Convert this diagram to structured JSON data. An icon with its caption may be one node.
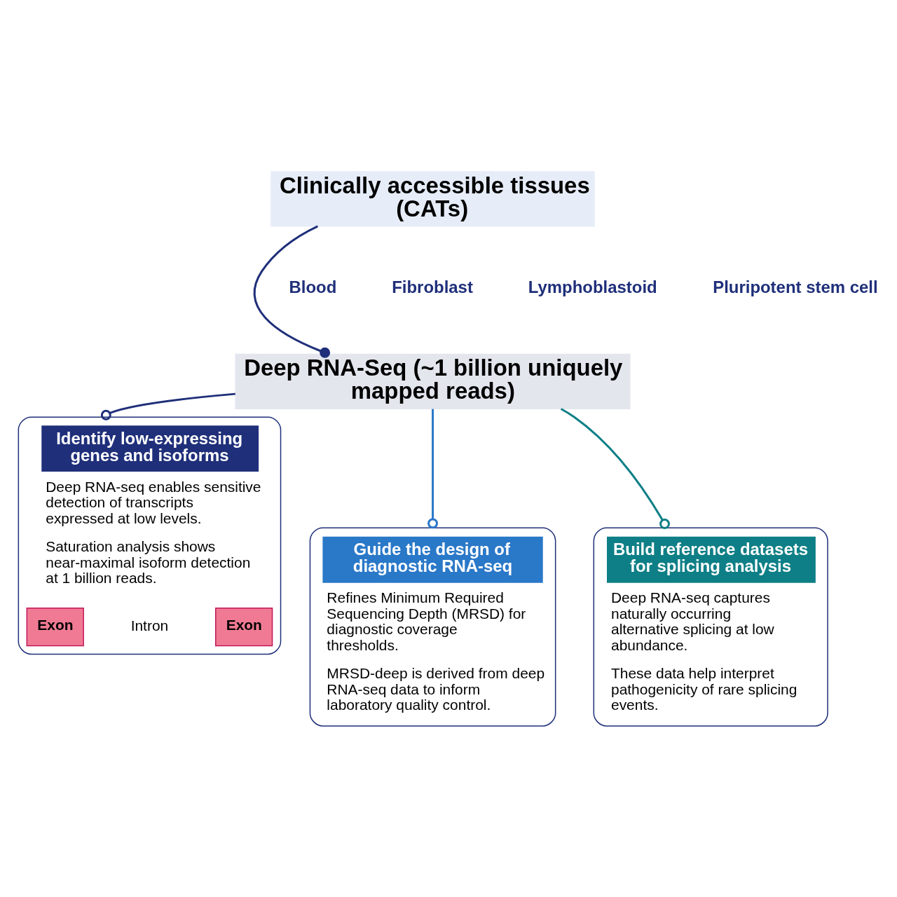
{
  "diagram": {
    "nodes": [
      {
        "text": [
          "Clinically accessible tissues (CATs)"
        ]
      },
      {
        "text": [
          "Deep RNA-Seq (~1 billion uniquely mapped reads)"
        ]
      },
      {
        "text": [
          "Identify low-expressing genes and isoforms",
          "Deep RNA-seq enables sensitive detection of transcripts expressed at low levels.",
          "Saturation analysis shows near-maximal isoform detection at 1 billion reads."
        ]
      },
      {
        "text": [
          "Exon"
        ],
        "in": 2
      },
      {
        "text": [
          "Exon"
        ],
        "in": 2
      },
      {
        "text": [
          "Guide the design of diagnostic RNA-seq",
          "Refines Minimum Required Sequencing Depth (MRSD) for diagnostic coverage thresholds.",
          "MRSD-deep is derived from deep RNA-seq data to inform laboratory quality control."
        ]
      },
      {
        "text": [
          "Build reference datasets for splicing analysis",
          "Deep RNA-seq captures naturally occurring alternative splicing at low abundance.",
          "These data help interpret pathogenicity of rare splicing events."
        ]
      }
    ],
    "edges": [
      {
        "from": 0,
        "to": 1,
        "arrow": "other"
      },
      {
        "from": 1,
        "to": 2,
        "arrow": "other"
      },
      {
        "from": 1,
        "to": 5,
        "arrow": "other",
        "color": "#2a78c8"
      },
      {
        "from": 1,
        "to": 6,
        "arrow": "other",
        "color": "#0e7f86"
      }
    ],
    "labels": [
      "Blood",
      "Fibroblast",
      "Lymphoblastoid",
      "Pluripotent stem cell",
      "Intron"
    ]
  }
}
